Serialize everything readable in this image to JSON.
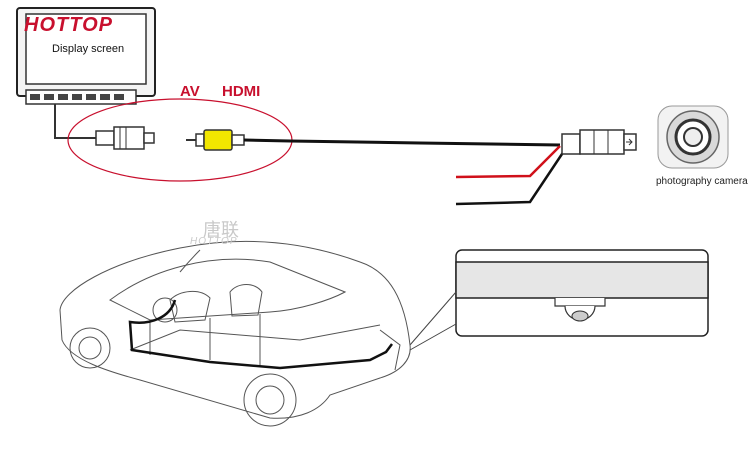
{
  "brand": "HOTTOP",
  "display_label": "Display screen",
  "connectors": {
    "av": "AV",
    "hdmi": "HDMI"
  },
  "camera_label": "photography camera",
  "watermark": {
    "chinese": "唐联",
    "english": "HOTTOP"
  },
  "colors": {
    "brand_red": "#c8102e",
    "plug_yellow": "#f2e600",
    "wire_red": "#d0101a",
    "wire_black": "#111111"
  },
  "icons": [
    "monitor-icon",
    "av-plug-icon",
    "camera-icon",
    "car-outline-icon",
    "dome-camera-icon"
  ]
}
